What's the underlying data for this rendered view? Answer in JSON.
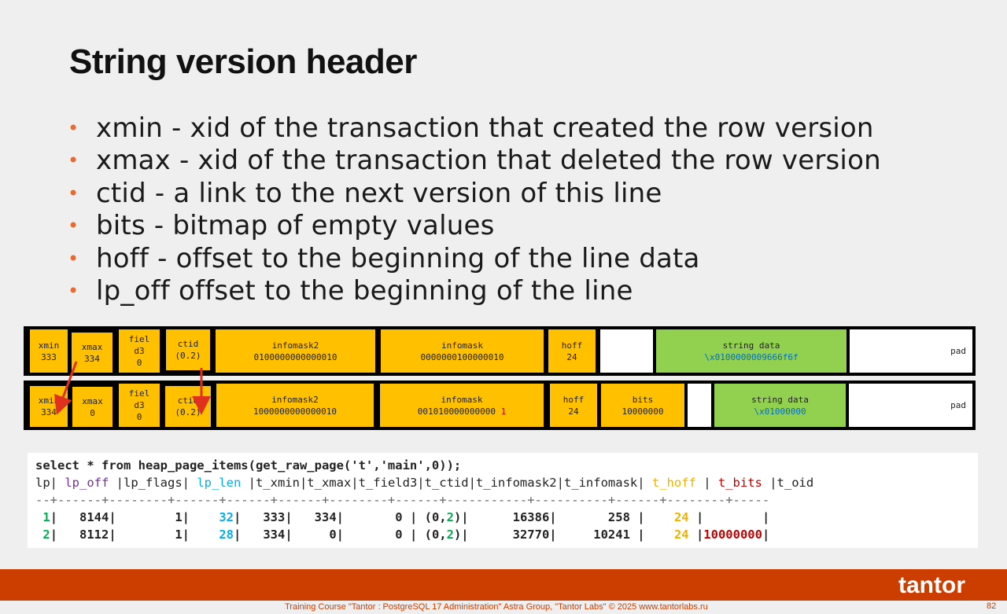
{
  "title": "String version header",
  "bullets": [
    "xmin - xid of the transaction that created the row version",
    "xmax - xid of the transaction that deleted the row version",
    "ctid - a link to the next version of this line",
    "bits - bitmap of empty values",
    "hoff - offset to the beginning of the line data",
    "lp_off offset to the beginning of the line"
  ],
  "tuple1": {
    "xmin_label": "xmin",
    "xmin_value": "333",
    "xmax_label": "xmax",
    "xmax_value": "334",
    "field3_l1": "fiel",
    "field3_l2": "d3",
    "field3_value": "0",
    "ctid_label": "ctid",
    "ctid_value": "(0.2)",
    "infomask2_label": "infomask2",
    "infomask2_value": "0100000000000010",
    "infomask_label": "infomask",
    "infomask_value": "0000000100000010",
    "hoff_label": "hoff",
    "hoff_value": "24",
    "data_label": "string data",
    "data_value": "\\x0100000009666f6f",
    "pad_label": "pad"
  },
  "tuple2": {
    "xmin_label": "xmin",
    "xmin_value": "334",
    "xmax_label": "xmax",
    "xmax_value": "0",
    "field3_l1": "fiel",
    "field3_l2": "d3",
    "field3_value": "0",
    "ctid_label": "ctid",
    "ctid_value": "(0.2)",
    "infomask2_label": "infomask2",
    "infomask2_value": "1000000000000010",
    "infomask_label": "infomask",
    "infomask_value": "001010000000000",
    "infomask_extra": "1",
    "hoff_label": "hoff",
    "hoff_value": "24",
    "bits_label": "bits",
    "bits_value": "10000000",
    "data_label": "string data",
    "data_value": "\\x01000000",
    "pad_label": "pad"
  },
  "sql": {
    "query": "select * from heap_page_items(get_raw_page('t','main',0));",
    "header": {
      "lp": "lp|",
      "lp_off": " lp_off",
      "lp_flags": " |lp_flags|",
      "lp_len": " lp_len",
      "mid": " |t_xmin|t_xmax|t_field3|t_ctid|t_infomask2|t_infomask|",
      "t_hoff": " t_hoff",
      "sep": " |",
      "t_bits": " t_bits",
      "t_oid": " |t_oid"
    },
    "separator": "--+------+--------+------+------+------+--------+------+-----------+----------+------+--------+-----",
    "rows": [
      {
        "lp": "1",
        "a": "|   8144|        1|    ",
        "len": "32",
        "b": "|   333|   334|       0 | (0,",
        "ct": "2",
        "c": ")|      16386|       258 |    ",
        "hoff": "24",
        "d": " |",
        "bits": "        ",
        "e": "|"
      },
      {
        "lp": "2",
        "a": "|   8112|        1|    ",
        "len": "28",
        "b": "|   334|     0|       0 | (0,",
        "ct": "2",
        "c": ")|      32770|     10241 |    ",
        "hoff": "24",
        "d": " |",
        "bits": "10000000",
        "e": "|"
      }
    ]
  },
  "footer": {
    "logo": "tantor",
    "text": "Training Course \"Tantor : PostgreSQL 17 Administration\" Astra Group, \"Tantor Labs\" © 2025  www.tantorlabs.ru",
    "page": "82"
  },
  "colors": {
    "accent": "#cc3d00",
    "header_yellow": "#ffc000",
    "data_green": "#92d050",
    "bullet_orange": "#e86a2e"
  }
}
